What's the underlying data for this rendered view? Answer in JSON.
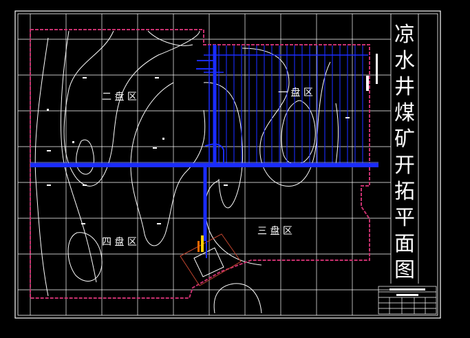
{
  "title_chars": [
    "凉",
    "水",
    "井",
    "煤",
    "矿",
    "开",
    "拓",
    "平",
    "面",
    "图"
  ],
  "zones": {
    "zone1": "一 盘 区",
    "zone2": "二 盘 区",
    "zone3": "三 盘 区",
    "zone4": "四 盘 区"
  },
  "colors": {
    "background": "#000000",
    "frame": "#ffffff",
    "grid": "#ffffff",
    "contour": "#ffffff",
    "roadway": "#1a2cff",
    "boundary": "#c8306e",
    "shaft_fill": "#ffd000",
    "shaft_outline": "#ff6a00"
  }
}
